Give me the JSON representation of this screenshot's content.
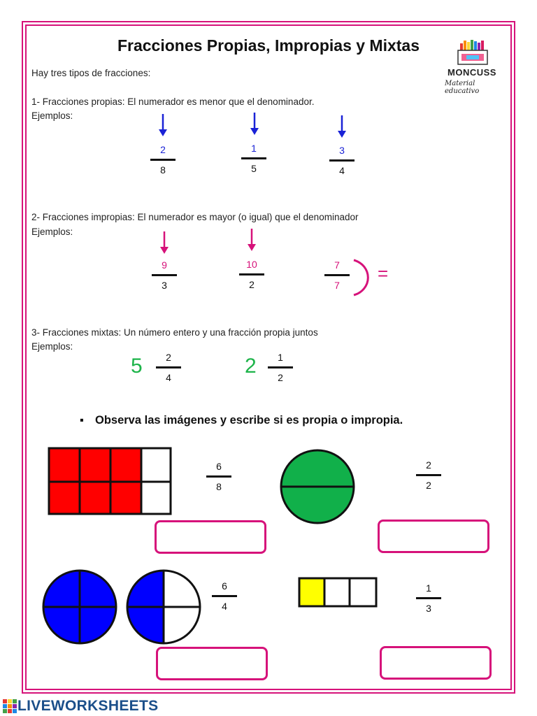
{
  "title": "Fracciones Propias, Impropias y Mixtas",
  "logo": {
    "name": "MONCUSS",
    "tagline": "Material educativo"
  },
  "intro": "Hay tres tipos de fracciones:",
  "ejemplos_label": "Ejemplos:",
  "sections": {
    "propias": {
      "heading": "1- Fracciones propias: El numerador es menor que el denominador.",
      "examples": [
        {
          "num": "2",
          "den": "8"
        },
        {
          "num": "1",
          "den": "5"
        },
        {
          "num": "3",
          "den": "4"
        }
      ]
    },
    "impropias": {
      "heading": "2- Fracciones impropias: El numerador es mayor (o igual) que el denominador",
      "examples": [
        {
          "num": "9",
          "den": "3"
        },
        {
          "num": "10",
          "den": "2"
        },
        {
          "num": "7",
          "den": "7"
        }
      ],
      "equals": "="
    },
    "mixtas": {
      "heading": "3- Fracciones mixtas: Un número entero y una fracción propia juntos",
      "examples": [
        {
          "whole": "5",
          "num": "2",
          "den": "4"
        },
        {
          "whole": "2",
          "num": "1",
          "den": "2"
        }
      ]
    }
  },
  "exercise": {
    "bullet": "▪",
    "instruction": "Observa las imágenes y escribe si es propia o impropia.",
    "items": [
      {
        "num": "6",
        "den": "8",
        "answer": ""
      },
      {
        "num": "2",
        "den": "2",
        "answer": ""
      },
      {
        "num": "6",
        "den": "4",
        "answer": ""
      },
      {
        "num": "1",
        "den": "3",
        "answer": ""
      }
    ]
  },
  "footer": {
    "brand": "LIVEWORKSHEETS"
  },
  "colors": {
    "frame": "#d6127a",
    "proper": "#1a22d6",
    "improper": "#d6127a",
    "mixed": "#1db44a",
    "red": "#ff0000",
    "green": "#11b04a",
    "blue": "#0000ff",
    "yellow": "#ffff00"
  }
}
